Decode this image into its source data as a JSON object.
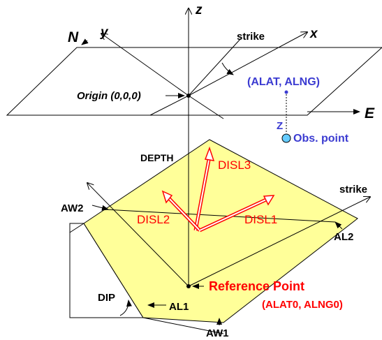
{
  "labels": {
    "z_axis": "z",
    "y_axis": "y",
    "x_axis": "x",
    "north": "N",
    "east": "E",
    "strike_top": "strike",
    "origin": "Origin (0,0,0)",
    "alat_alng": "(ALAT, ALNG)",
    "z_depth": "Z",
    "obs_point": "Obs. point",
    "depth": "DEPTH",
    "disl3": "DISL3",
    "disl2": "DISL2",
    "disl1": "DISL1",
    "strike_fault": "strike",
    "aw2": "AW2",
    "al2": "AL2",
    "dip": "DIP",
    "al1": "AL1",
    "aw1": "AW1",
    "reference_point": "Reference Point",
    "alat0_alng0": "(ALAT0, ALNG0)"
  },
  "colors": {
    "fault_fill": "#ffff99",
    "red_text": "#ff0000",
    "blue_text": "#3b3bd1",
    "obs_point_fill": "#66ccff",
    "line": "#000000"
  }
}
